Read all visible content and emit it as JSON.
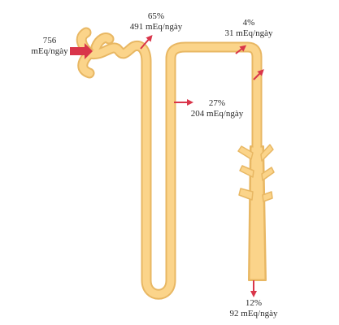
{
  "colors": {
    "tubule_fill": "#fbd48a",
    "tubule_stroke": "#e8b763",
    "arrow": "#d9354a",
    "text": "#2a2a2a"
  },
  "labels": {
    "filtered": {
      "percent": "756",
      "value": "mEq/ngày"
    },
    "proximal": {
      "percent": "65%",
      "value": "491 mEq/ngày"
    },
    "thick_ascending": {
      "percent": "27%",
      "value": "204 mEq/ngày"
    },
    "distal": {
      "percent": "4%",
      "value": "31 mEq/ngày"
    },
    "excreted": {
      "percent": "12%",
      "value": "92 mEq/ngày"
    }
  }
}
